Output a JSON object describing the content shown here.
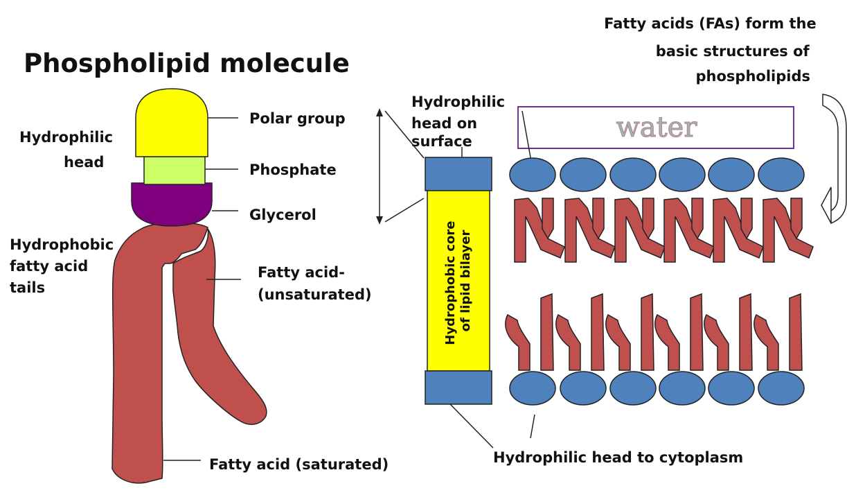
{
  "title": "Phospholipid molecule",
  "labels": {
    "hydrophilic_head": [
      "Hydrophilic",
      "head"
    ],
    "polar_group": "Polar group",
    "phosphate": "Phosphate",
    "glycerol": "Glycerol",
    "hydrophobic_tails": [
      "Hydrophobic",
      "fatty acid",
      "tails"
    ],
    "fatty_acid_unsaturated": [
      "Fatty acid-",
      "(unsaturated)"
    ],
    "fatty_acid_saturated": "Fatty acid (saturated)",
    "head_on_surface": [
      "Hydrophilic",
      "head on",
      "surface"
    ],
    "hydrophobic_core": [
      "Hydrophobic core",
      "of lipid bilayer"
    ],
    "head_to_cytoplasm": "Hydrophilic head to cytoplasm",
    "fatty_acids_note": [
      "Fatty acids (FAs) form the",
      "basic structures of",
      "phospholipids"
    ],
    "water": "water"
  },
  "colors": {
    "polar_group": "#ffff00",
    "phosphate": "#ccff66",
    "glycerol": "#800080",
    "tail": "#c0504d",
    "head_blue": "#4f81bd",
    "core_yellow": "#ffff00",
    "water_box_border": "#7030a0"
  }
}
